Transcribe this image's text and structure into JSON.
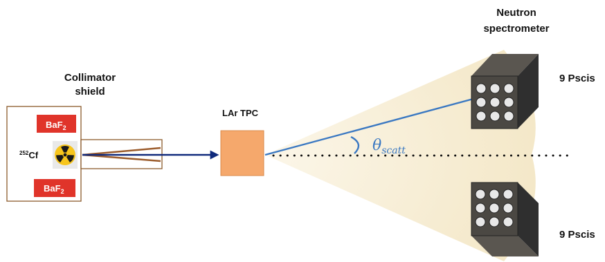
{
  "labels": {
    "collimator_line1": "Collimator",
    "collimator_line2": "shield",
    "baf2_top": "BaF",
    "baf2_bottom": "BaF",
    "baf2_subscript": "2",
    "source_superscript": "252",
    "source_element": "Cf",
    "tpc": "LAr TPC",
    "spectrometer_line1": "Neutron",
    "spectrometer_line2": "spectrometer",
    "pscis_top": "9 Pscis",
    "pscis_bottom": "9 Pscis",
    "theta_symbol": "θ",
    "theta_subscript": "scatt"
  },
  "colors": {
    "baf2_red": "#e0342a",
    "collimator_border": "#8b5a2b",
    "tpc_fill": "#f5a86c",
    "beam_navy": "#102a7c",
    "scatter_blue": "#3a78c2",
    "cone_cream": "#f7eed6",
    "cube_dark": "#3b3b3b",
    "cube_face": "#5a5650"
  },
  "icons": [
    "radiation-icon"
  ]
}
